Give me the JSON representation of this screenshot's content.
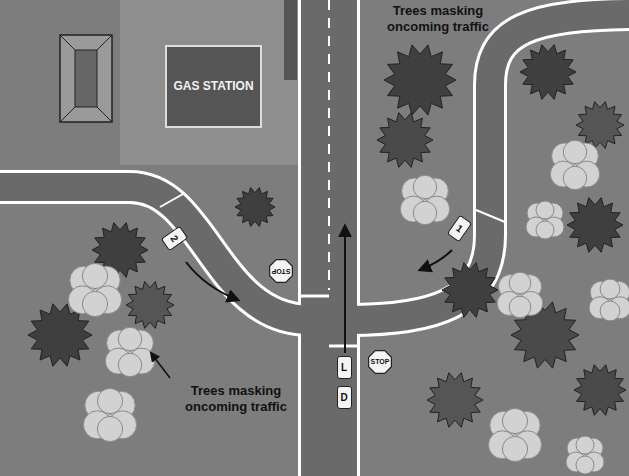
{
  "diagram": {
    "nodes": [
      {
        "text": [
          "GAS STATION"
        ]
      },
      {
        "text": [
          "2"
        ]
      },
      {
        "text": [
          "1"
        ]
      },
      {
        "text": [
          "STOP"
        ]
      },
      {
        "text": [
          "L"
        ]
      },
      {
        "text": [
          "STOP"
        ]
      },
      {
        "text": [
          "D"
        ]
      }
    ],
    "labels": [
      "Trees masking oncoming traffic",
      "Trees masking oncoming traffic"
    ]
  }
}
